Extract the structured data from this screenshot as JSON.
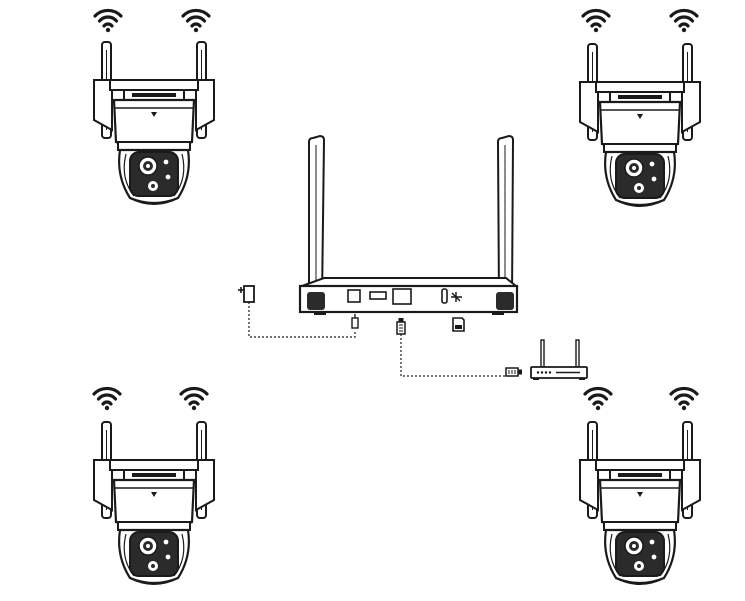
{
  "diagram": {
    "type": "wireless-nvr-camera-kit",
    "line_color": "#1a1a1a",
    "fill_color": "#ffffff",
    "dark_fill": "#2b2b2b",
    "cameras": [
      {
        "id": "camera-top-left",
        "icon": "ptz-camera-icon",
        "signals": [
          "wifi-icon",
          "wifi-icon"
        ]
      },
      {
        "id": "camera-top-right",
        "icon": "ptz-camera-icon",
        "signals": [
          "wifi-icon",
          "wifi-icon"
        ]
      },
      {
        "id": "camera-bottom-left",
        "icon": "ptz-camera-icon",
        "signals": [
          "wifi-icon",
          "wifi-icon"
        ]
      },
      {
        "id": "camera-bottom-right",
        "icon": "ptz-camera-icon",
        "signals": [
          "wifi-icon",
          "wifi-icon"
        ]
      }
    ],
    "nvr": {
      "icon": "nvr-recorder-icon"
    },
    "peripherals": [
      "power-adapter-icon",
      "ethernet-plug-icon",
      "sd-card-icon",
      "router-icon"
    ],
    "connections": [
      "power-cable-dotted",
      "ethernet-cable-dotted"
    ]
  }
}
